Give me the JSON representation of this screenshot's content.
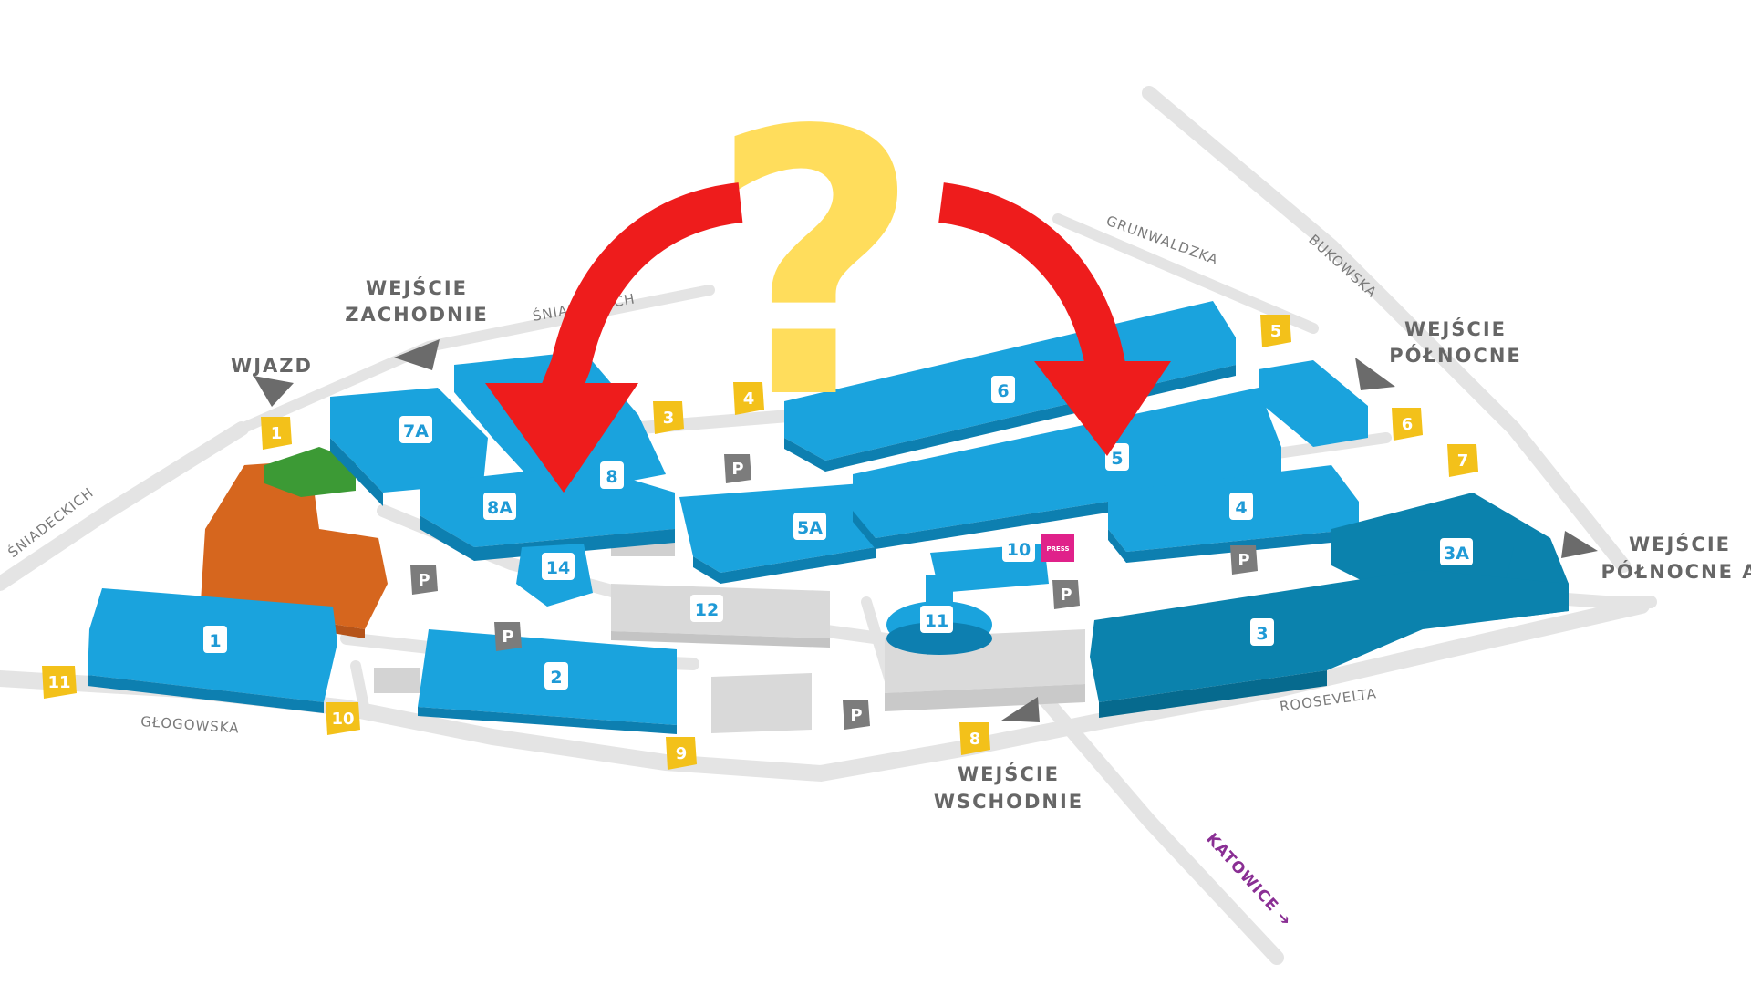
{
  "map": {
    "entrances": {
      "wjazd": "WJAZD",
      "west_line1": "WEJŚCIE",
      "west_line2": "ZACHODNIE",
      "north_line1": "WEJŚCIE",
      "north_line2": "PÓŁNOCNE",
      "north_a_line1": "WEJŚCIE",
      "north_a_line2": "PÓŁNOCNE A",
      "east_line1": "WEJŚCIE",
      "east_line2": "WSCHODNIE"
    },
    "streets": {
      "sniadeckich_top": "ŚNIADECKICH",
      "sniadeckich_left": "ŚNIADECKICH",
      "grunwaldzka": "GRUNWALDZKA",
      "bukowska": "BUKOWSKA",
      "glogowska": "GŁOGOWSKA",
      "roosevelta": "ROOSEVELTA",
      "katowice": "KATOWICE ➔"
    },
    "halls": {
      "h1": "1",
      "h2": "2",
      "h3": "3",
      "h3a": "3A",
      "h4": "4",
      "h5": "5",
      "h5a": "5A",
      "h6": "6",
      "h7a": "7A",
      "h8": "8",
      "h8a": "8A",
      "h10": "10",
      "h11": "11",
      "h12": "12",
      "h14": "14"
    },
    "gates": {
      "g1": "1",
      "g3": "3",
      "g4": "4",
      "g5": "5",
      "g6": "6",
      "g7": "7",
      "g8": "8",
      "g9": "9",
      "g10": "10",
      "g11": "11"
    },
    "parking_label": "P",
    "press_label": "PRESS",
    "overlay": {
      "question_mark": "?"
    },
    "colors": {
      "hall_blue": "#1aa3dd",
      "hall_dark_blue": "#0b82ad",
      "gate_yellow": "#f3c11a",
      "parking_gray": "#7c7c7c",
      "orange_building": "#d6661e",
      "green_building": "#3c9a35",
      "arrow_red": "#ee1c1c",
      "question_yellow": "#ffdd5c",
      "press_magenta": "#e0218a",
      "road_gray": "#e4e4e4"
    }
  }
}
